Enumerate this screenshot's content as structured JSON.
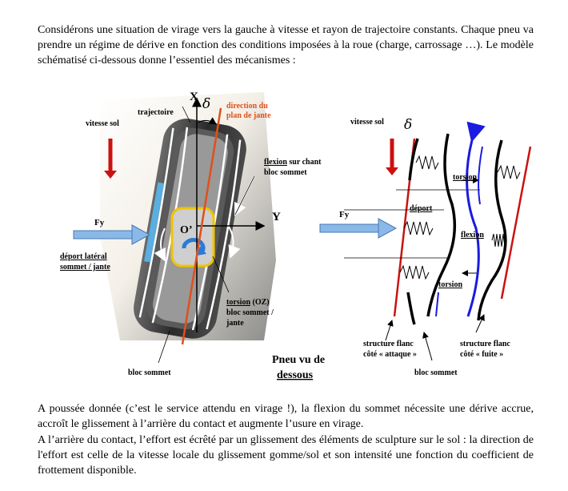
{
  "intro": {
    "clipped_top": "...",
    "paragraph": "Considérons une situation de virage vers la gauche à vitesse et rayon de trajectoire constants. Chaque pneu va prendre un régime de dérive en fonction des conditions imposées à la roue (charge, carrossage …). Le modèle schématisé ci-dessous donne l’essentiel des mécanismes :"
  },
  "figure_left": {
    "x_axis": "X",
    "delta": "δ",
    "trajectoire": "trajectoire",
    "direction_l1": "direction du",
    "direction_l2": "plan de jante",
    "vitesse_sol": "vitesse sol",
    "flexion_u": "flexion",
    "flexion_rest": " sur chant",
    "bloc_sommet": "bloc sommet",
    "y_axis": "Y",
    "origin": "O’",
    "fy": "Fy",
    "deport_l1": "déport latéral",
    "deport_l2": "sommet / jante",
    "torsion_u": "torsion",
    "torsion_rest": " (OZ)",
    "torsion_l2": "bloc sommet /",
    "torsion_l3": "jante",
    "bloc_sommet_bottom": "bloc sommet",
    "caption_l1": "Pneu vu de",
    "caption_l2": "dessous"
  },
  "figure_right": {
    "vitesse_sol": "vitesse sol",
    "delta": "δ",
    "fy": "Fy",
    "torsion_top": "torsion",
    "deport": "déport",
    "flexion": "flexion",
    "torsion_bottom": "torsion",
    "flanc_attaque_l1": "structure flanc",
    "flanc_attaque_l2": "côté « attaque »",
    "flanc_fuite_l1": "structure flanc",
    "flanc_fuite_l2": "côté « fuite »",
    "bloc_sommet": "bloc sommet"
  },
  "body": {
    "paragraph1": "A poussée donnée (c’est le service attendu en virage !), la flexion du sommet nécessite une dérive accrue, accroît le glissement à l’arrière du contact et augmente l’usure en virage.",
    "paragraph2": "A l’arrière du contact,  l’effort est écrêté par un glissement des éléments de sculpture sur le sol : la direction de l'effort est celle de la vitesse locale du glissement gomme/sol et son intensité une fonction du coefficient de frottement disponible."
  },
  "colors": {
    "red_arrow": "#cc1111",
    "blue_arrow": "#8ab8e8",
    "orange_line": "#e0501a",
    "yellow_patch": "#f0c400",
    "blue_flexion": "#1a1ae0"
  }
}
